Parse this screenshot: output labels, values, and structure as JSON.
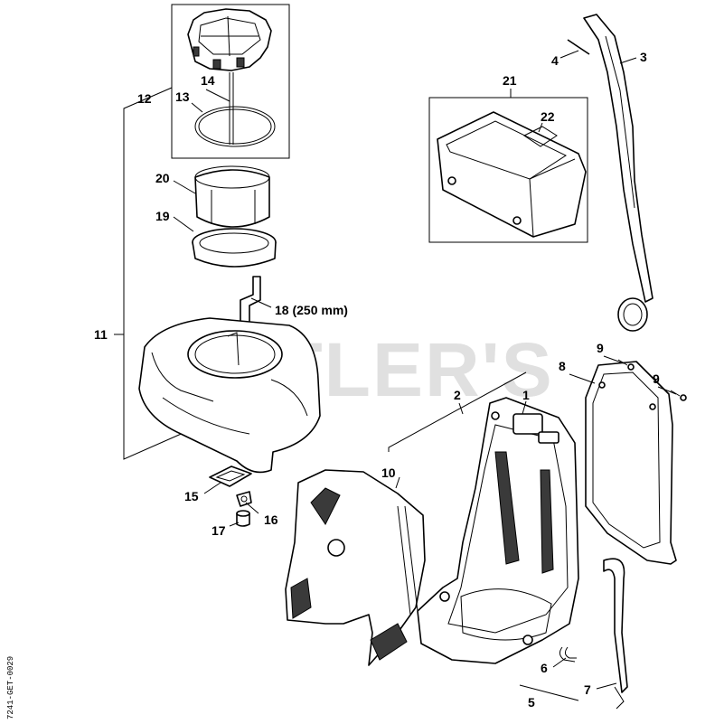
{
  "watermark": "CUTLER'S",
  "side_code": "7241-GET-0029",
  "callouts": {
    "c1": "1",
    "c2": "2",
    "c3": "3",
    "c4": "4",
    "c5": "5",
    "c6": "6",
    "c7": "7",
    "c8": "8",
    "c9a": "9",
    "c9b": "9",
    "c10": "10",
    "c11": "11",
    "c12": "12",
    "c13": "13",
    "c14": "14",
    "c15": "15",
    "c16": "16",
    "c17": "17",
    "c18": "18 (250 mm)",
    "c19": "19",
    "c20": "20",
    "c21": "21",
    "c22": "22"
  }
}
